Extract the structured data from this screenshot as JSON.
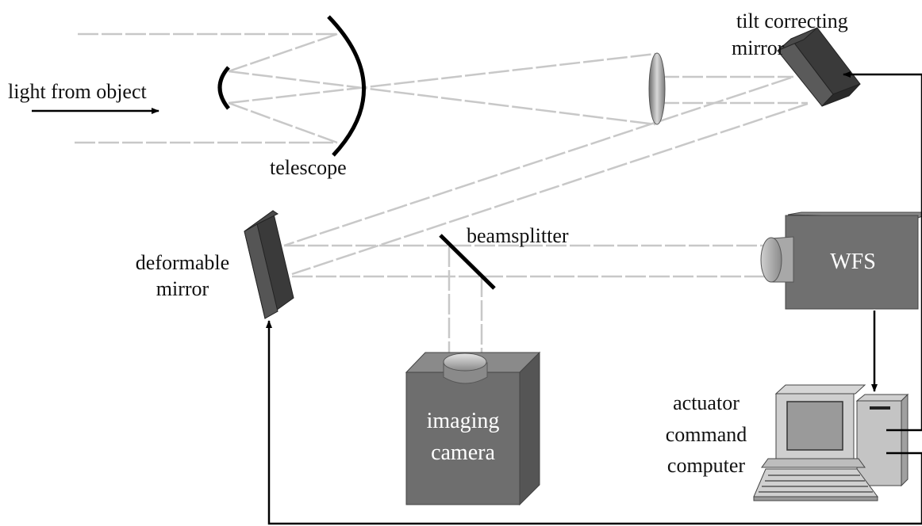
{
  "labels": {
    "light_from_object": "light from object",
    "telescope": "telescope",
    "tilt_mirror_1": "tilt correcting",
    "tilt_mirror_2": "mirror",
    "deformable_mirror_1": "deformable",
    "deformable_mirror_2": "mirror",
    "beamsplitter": "beamsplitter",
    "wfs": "WFS",
    "imaging_camera_1": "imaging",
    "imaging_camera_2": "camera",
    "computer_1": "actuator",
    "computer_2": "command",
    "computer_3": "computer"
  },
  "colors": {
    "beam": "#c8c8c8",
    "dark_mirror": "#3a3a3a",
    "device_gray": "#707070",
    "arrow": "#000000"
  }
}
